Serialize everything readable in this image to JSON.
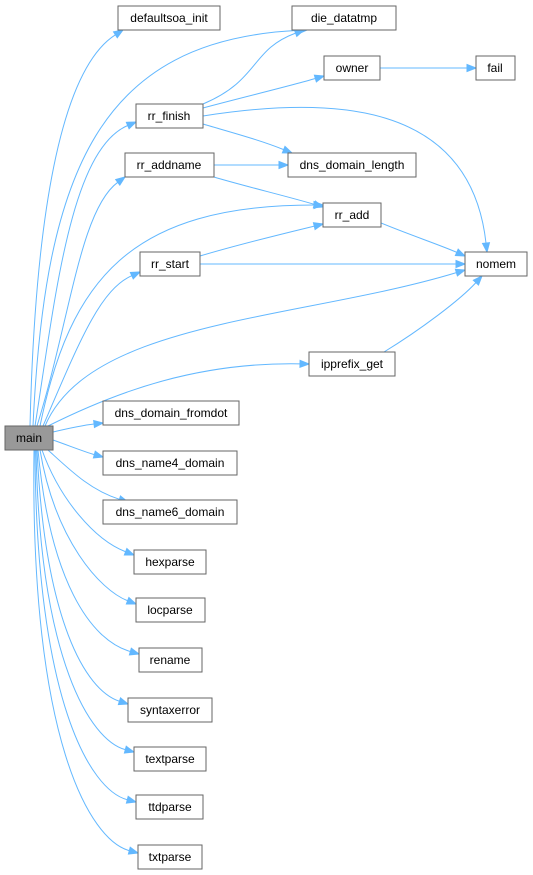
{
  "graph": {
    "edge_color": "#63b8ff",
    "root_fill": "#999999",
    "node_border": "#666666",
    "nodes": {
      "main": "main",
      "defaultsoa_init": "defaultsoa_init",
      "die_datatmp": "die_datatmp",
      "owner": "owner",
      "fail": "fail",
      "rr_finish": "rr_finish",
      "rr_addname": "rr_addname",
      "dns_domain_length": "dns_domain_length",
      "rr_add": "rr_add",
      "rr_start": "rr_start",
      "nomem": "nomem",
      "ipprefix_get": "ipprefix_get",
      "dns_domain_fromdot": "dns_domain_fromdot",
      "dns_name4_domain": "dns_name4_domain",
      "dns_name6_domain": "dns_name6_domain",
      "hexparse": "hexparse",
      "locparse": "locparse",
      "rename": "rename",
      "syntaxerror": "syntaxerror",
      "textparse": "textparse",
      "ttdparse": "ttdparse",
      "txtparse": "txtparse"
    },
    "edges": [
      [
        "main",
        "defaultsoa_init"
      ],
      [
        "main",
        "die_datatmp"
      ],
      [
        "main",
        "rr_finish"
      ],
      [
        "main",
        "rr_addname"
      ],
      [
        "main",
        "rr_add"
      ],
      [
        "main",
        "rr_start"
      ],
      [
        "main",
        "nomem"
      ],
      [
        "main",
        "ipprefix_get"
      ],
      [
        "main",
        "dns_domain_fromdot"
      ],
      [
        "main",
        "dns_name4_domain"
      ],
      [
        "main",
        "dns_name6_domain"
      ],
      [
        "main",
        "hexparse"
      ],
      [
        "main",
        "locparse"
      ],
      [
        "main",
        "rename"
      ],
      [
        "main",
        "syntaxerror"
      ],
      [
        "main",
        "textparse"
      ],
      [
        "main",
        "ttdparse"
      ],
      [
        "main",
        "txtparse"
      ],
      [
        "rr_finish",
        "die_datatmp"
      ],
      [
        "rr_finish",
        "owner"
      ],
      [
        "rr_finish",
        "dns_domain_length"
      ],
      [
        "rr_finish",
        "nomem"
      ],
      [
        "owner",
        "fail"
      ],
      [
        "rr_addname",
        "dns_domain_length"
      ],
      [
        "rr_addname",
        "rr_add"
      ],
      [
        "rr_add",
        "nomem"
      ],
      [
        "rr_start",
        "rr_add"
      ],
      [
        "rr_start",
        "nomem"
      ],
      [
        "ipprefix_get",
        "nomem"
      ]
    ]
  }
}
